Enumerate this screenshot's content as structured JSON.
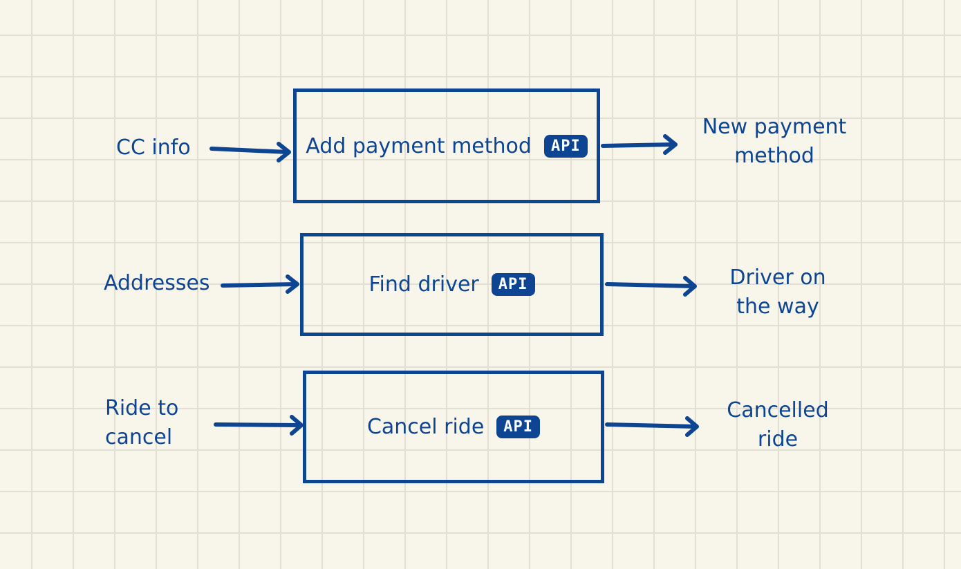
{
  "colors": {
    "ink": "#0d4593",
    "paper": "#f8f5ea",
    "grid": "#e2dfd2"
  },
  "rows": [
    {
      "input": "CC info",
      "process": "Add payment method",
      "badge": "API",
      "output": "New payment\nmethod"
    },
    {
      "input": "Addresses",
      "process": "Find driver",
      "badge": "API",
      "output": "Driver on\nthe way"
    },
    {
      "input": "Ride to\ncancel",
      "process": "Cancel ride",
      "badge": "API",
      "output": "Cancelled\nride"
    }
  ]
}
